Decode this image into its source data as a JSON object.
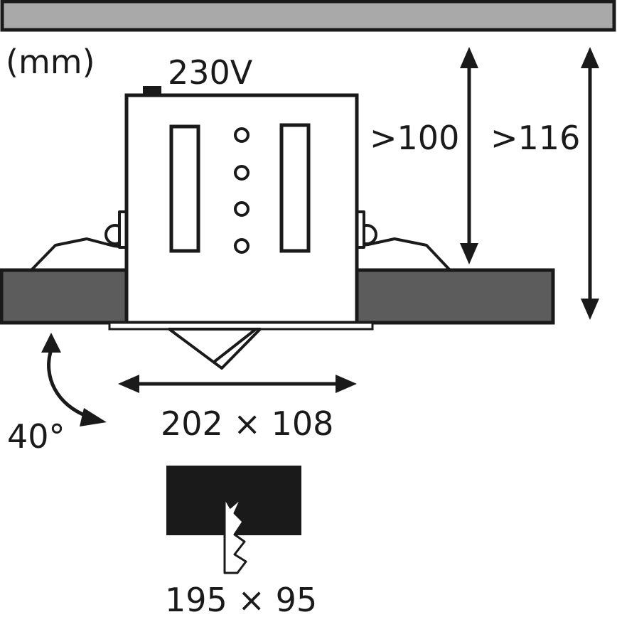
{
  "labels": {
    "unit": "(mm)",
    "voltage": "230V",
    "depth_min": ">100",
    "depth_total": ">116",
    "tilt_angle": "40°",
    "outer_size": "202 × 108",
    "cutout_size": "195 × 95"
  },
  "colors": {
    "ceiling": "#a9a9a9",
    "panel": "#5c5c5c",
    "cutout_block": "#1a1a1a",
    "stroke": "#1a1a1a",
    "background": "#ffffff"
  }
}
